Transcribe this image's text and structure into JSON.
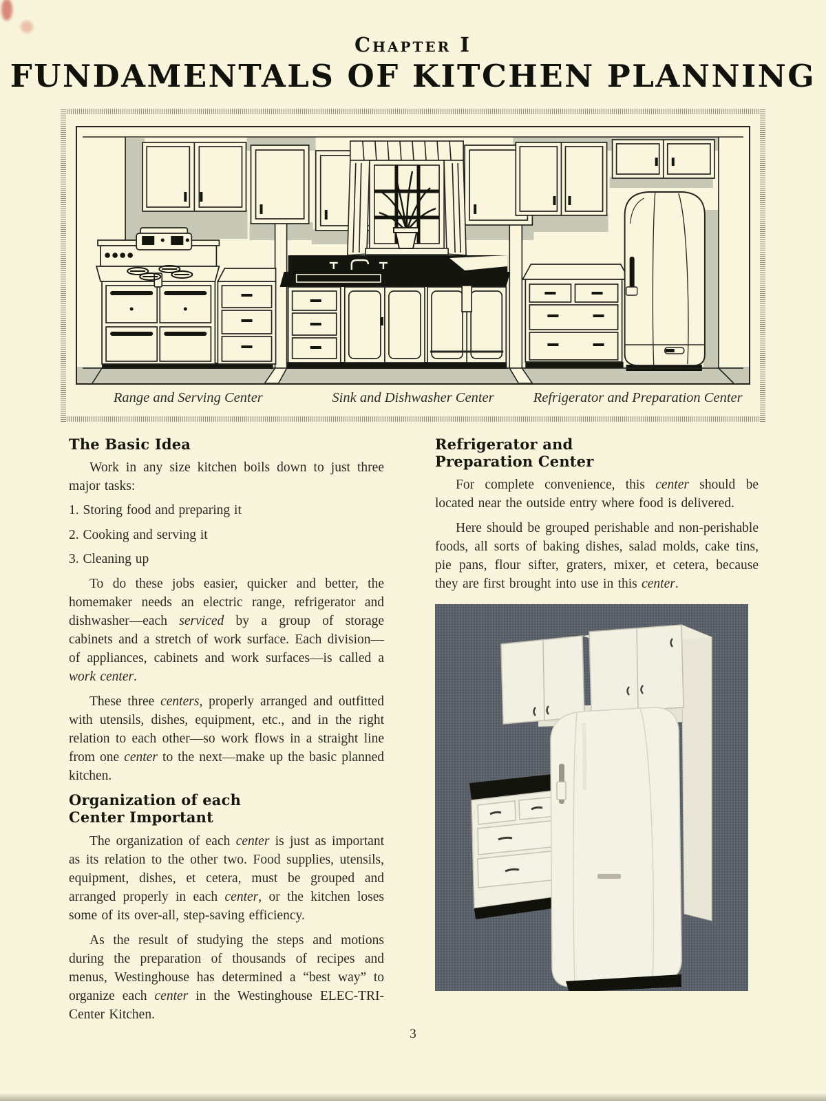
{
  "page": {
    "number": "3"
  },
  "header": {
    "chapter": "Chapter I",
    "title": "FUNDAMENTALS OF KITCHEN PLANNING"
  },
  "figure": {
    "caption_left": "Range and Serving Center",
    "caption_center": "Sink and Dishwasher Center",
    "caption_right": "Refrigerator and Preparation Center"
  },
  "left_column": {
    "heading1": "The Basic Idea",
    "p1": "Work in any size kitchen boils down to just three major tasks:",
    "list1": "1. Storing food and preparing it",
    "list2": "2. Cooking and serving it",
    "list3": "3. Cleaning up",
    "p2_html": "To do these jobs easier, quicker and better, the homemaker needs an electric range, refrigerator and dishwasher—each <i>serviced</i> by a group of storage cabinets and a stretch of work surface. Each division—of appliances, cabinets and work surfaces—is called a <i>work center</i>.",
    "p3_html": "These three <i>centers</i>, properly arranged and outfitted with utensils, dishes, equipment, etc., and in the right relation to each other—so work flows in a straight line from one <i>center</i> to the next—make up the basic planned kitchen.",
    "heading2_html": "Organization of each<br>Center Important",
    "p4_html": "The organization of each <i>center</i> is just as important as its relation to the other two.  Food supplies, utensils, equipment, dishes, et cetera, must be grouped and arranged properly in each <i>center</i>, or the kitchen loses some of its over-all, step-saving efficiency.",
    "p5_html": "As the result of studying the steps and motions during the preparation of thousands of recipes and menus, Westinghouse has determined a “best way” to organize each <i>center</i> in the Westinghouse ELEC-TRI-Center Kitchen."
  },
  "right_column": {
    "heading1_html": "Refrigerator and<br>Preparation Center",
    "p1_html": "For complete convenience, this <i>center</i> should be located near the outside entry where food is delivered.",
    "p2_html": "Here should be grouped perishable and non-perishable foods, all sorts of baking dishes, salad molds, cake tins, pie pans, flour sifter, graters, mixer, et cetera, because they are first brought into use in this <i>center</i>."
  }
}
